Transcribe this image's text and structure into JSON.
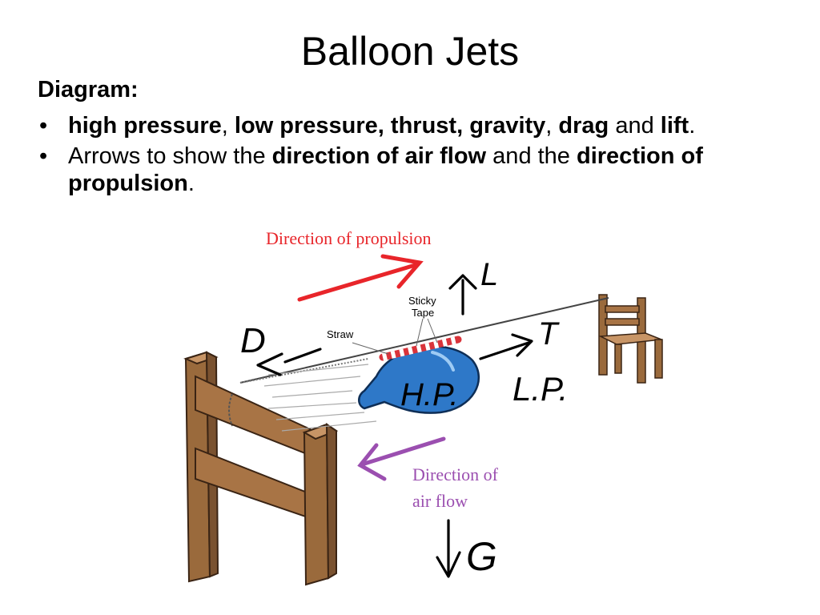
{
  "slide": {
    "title": "Balloon Jets",
    "heading": "Diagram:",
    "bullet_glyph": "•",
    "bullet1": {
      "b1": "high pressure",
      "t1": ", ",
      "b2": "low pressure, thrust, gravity",
      "t2": ", ",
      "b3": "drag",
      "t3": " and ",
      "b4": "lift",
      "t4": "."
    },
    "bullet2": {
      "t1": "Arrows to show the ",
      "b1": "direction of air flow",
      "t2": " and the ",
      "b2": "direction of propulsion",
      "t3": "."
    }
  },
  "diagram": {
    "propulsion_label": "Direction of propulsion",
    "airflow_label_line1": "Direction of",
    "airflow_label_line2": "air flow",
    "straw_label": "Straw",
    "tape_label_line1": "Sticky",
    "tape_label_line2": "Tape",
    "colors": {
      "propulsion": "#e8252a",
      "airflow": "#9b4fb0",
      "balloon": "#2e78c8",
      "wood": "#9a6a3c",
      "tape_red": "#d9333a"
    },
    "handwritten": {
      "drag": "D",
      "lift": "L",
      "gravity": "G",
      "high_pressure": "H.P.",
      "low_pressure": "L.P.",
      "thrust": "T"
    }
  }
}
